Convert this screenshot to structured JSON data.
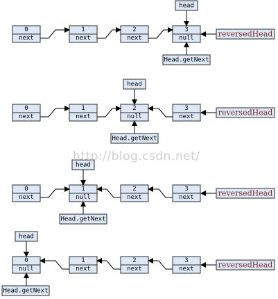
{
  "watermark": "http://blog.csdn.net/",
  "colors": {
    "box_fill": "#dde8f6",
    "box_stroke": "#2b2b2b",
    "arrow": "#000000",
    "reversed_text": "#7a2a2a"
  },
  "steps": [
    {
      "nodes": [
        {
          "index": "0",
          "pointer": "next"
        },
        {
          "index": "1",
          "pointer": "next"
        },
        {
          "index": "2",
          "pointer": "next"
        },
        {
          "index": "3",
          "pointer": "null"
        }
      ],
      "labels": {
        "head": "head",
        "head_next": "Head.getNext",
        "reversed": "reversedHead"
      }
    },
    {
      "nodes": [
        {
          "index": "0",
          "pointer": "next"
        },
        {
          "index": "1",
          "pointer": "next"
        },
        {
          "index": "2",
          "pointer": "null"
        },
        {
          "index": "3",
          "pointer": "next"
        }
      ],
      "labels": {
        "head": "head",
        "head_next": "Head.getNext",
        "reversed": "reversedHead"
      }
    },
    {
      "nodes": [
        {
          "index": "0",
          "pointer": "next"
        },
        {
          "index": "1",
          "pointer": "null"
        },
        {
          "index": "2",
          "pointer": "next"
        },
        {
          "index": "3",
          "pointer": "next"
        }
      ],
      "labels": {
        "head": "head",
        "head_next": "Head.getNext",
        "reversed": "reversedHead"
      }
    },
    {
      "nodes": [
        {
          "index": "0",
          "pointer": "null"
        },
        {
          "index": "1",
          "pointer": "next"
        },
        {
          "index": "2",
          "pointer": "next"
        },
        {
          "index": "3",
          "pointer": "next"
        }
      ],
      "labels": {
        "head": "head",
        "head_next": "Head.getNext",
        "reversed": "reversedHead"
      }
    }
  ]
}
